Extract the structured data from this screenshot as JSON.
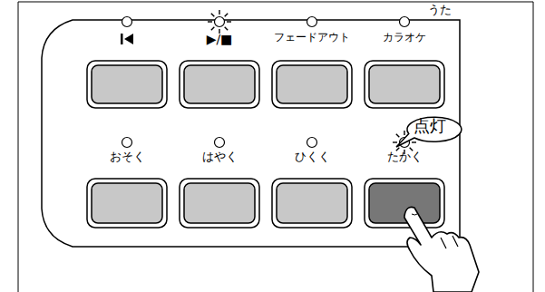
{
  "diagram": {
    "nodes": [
      {
        "text": [
          "うた"
        ]
      },
      {
        "text": [
          "点灯"
        ],
        "in": 0
      }
    ],
    "labels": [
      "▶/■",
      "フェードアウト",
      "カラオケ",
      "おそく",
      "はやく",
      "ひくく",
      "たかく"
    ]
  }
}
